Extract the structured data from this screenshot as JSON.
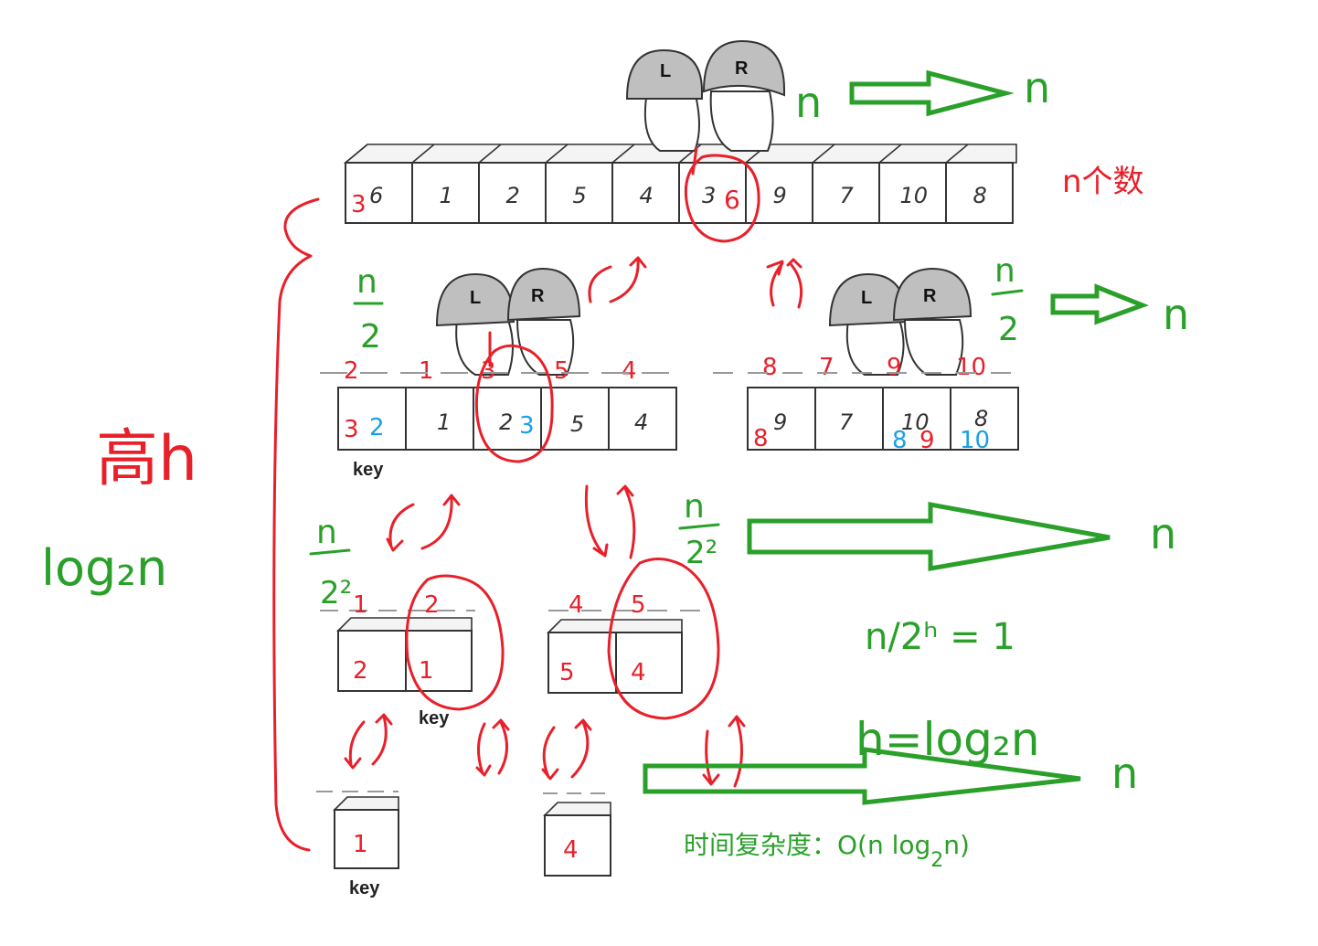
{
  "top_row": {
    "original_values": [
      "6",
      "1",
      "2",
      "5",
      "4",
      "3",
      "9",
      "7",
      "10",
      "8"
    ],
    "red_annotations": {
      "cell0": "3",
      "cell5": "6"
    },
    "red_annotation_prefix_cell5": "3",
    "count_label": "n个数"
  },
  "helmets": {
    "left": "L",
    "right": "R"
  },
  "level2_left": {
    "original_values": [
      "2",
      "1",
      "2",
      "5",
      "4"
    ],
    "display_values": [
      "3",
      "1",
      "2",
      "5",
      "4"
    ],
    "above_values": [
      "2",
      "1",
      "3",
      "5",
      "4"
    ],
    "red_cell0": "3",
    "blue_cell0": "2",
    "blue_cell2": "3",
    "key_label": "key"
  },
  "level2_right": {
    "original_values": [
      "9",
      "7",
      "10",
      "8"
    ],
    "above_values": [
      "8",
      "7",
      "9",
      "10"
    ],
    "red_cell0": "8",
    "blue_cell2": "8",
    "red_cell2": "9",
    "blue_cell3": "10"
  },
  "level3_a": {
    "above": [
      "1",
      "2"
    ],
    "values": [
      "2",
      "1"
    ],
    "key_label": "key"
  },
  "level3_b": {
    "above": [
      "4",
      "5"
    ],
    "values": [
      "5",
      "4"
    ]
  },
  "level4_a": {
    "values": [
      "1"
    ],
    "key_label": "key"
  },
  "level4_b": {
    "values": [
      "4"
    ]
  },
  "annotations": {
    "n_top_left": "n",
    "n_top_right": "n",
    "n_half_num": "n",
    "n_half_den": "2",
    "n_half_num_r": "n",
    "n_half_den_r": "2",
    "n_right_level2": "n",
    "n_quarter_num": "n",
    "n_quarter_den": "2²",
    "n_quarter_num_r": "n",
    "n_quarter_den_r": "2²",
    "n_right_level3": "n",
    "eq1": "n/2ʰ = 1",
    "eq2": "h=log₂n",
    "n_right_level4": "n",
    "left_label_1": "高h",
    "left_label_2": "log₂n",
    "complexity_prefix": "时间复杂度：O(n log",
    "complexity_sub": "2",
    "complexity_suffix": "n)"
  },
  "colors": {
    "red": "#e8202a",
    "blue": "#1aa0e6",
    "green": "#2aa02a",
    "gray": "#bfbfbf"
  }
}
